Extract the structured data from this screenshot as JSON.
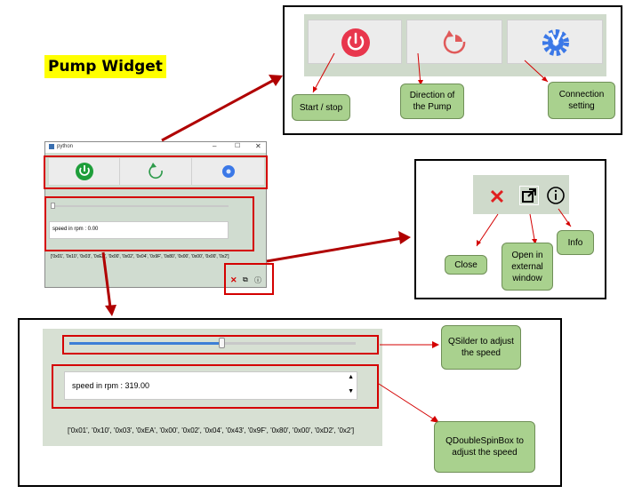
{
  "title": "Pump Widget",
  "top_panel": {
    "callouts": {
      "start_stop": "Start / stop",
      "direction": "Direction of the Pump",
      "connection": "Connection setting"
    }
  },
  "mini_window": {
    "title": "python",
    "speed_text": "speed in rpm : 0.00",
    "bytes_text": "['0x01', '0x10', '0x03', '0xEA', '0x00', '0x02', '0x04', '0x9F', '0x80', '0x00', '0x00', '0x00', '0x2']"
  },
  "right_panel": {
    "callouts": {
      "close": "Close",
      "open_external": "Open in external window",
      "info": "Info"
    }
  },
  "bottom_panel": {
    "slider_value_fraction": 0.53,
    "speed_text": "speed in rpm : 319.00",
    "bytes_text": "['0x01', '0x10', '0x03', '0xEA', '0x00', '0x02', '0x04', '0x43', '0x9F', '0x80', '0x00', '0xD2', '0x2']",
    "callouts": {
      "slider": "QSilder to adjust the speed",
      "spinbox": "QDoubleSpinBox to adjust the speed"
    }
  },
  "colors": {
    "accent_red": "#d40000",
    "callout_green": "#a9d18e",
    "panel_green": "#cfdacb",
    "slider_blue": "#3c7fd6"
  }
}
